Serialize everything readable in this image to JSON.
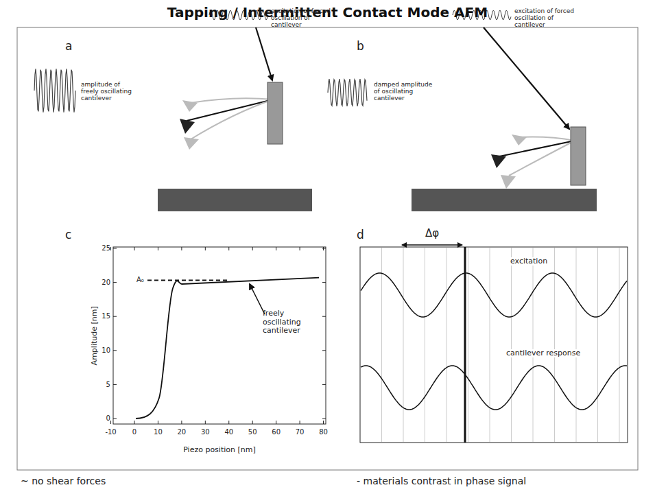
{
  "diagram": {
    "title": "Tapping / Intermittent Contact Mode AFM",
    "labels": [
      "a",
      "excitation of forced oscillation of cantilever",
      "amplitude of freely oscillating cantilever",
      "b",
      "excitation of forced oscillation of cantilever",
      "damped amplitude of oscillating cantilever",
      "c",
      "A₀",
      "25",
      "20",
      "15",
      "10",
      "5",
      "0",
      "-10",
      "0",
      "10",
      "20",
      "30",
      "40",
      "50",
      "60",
      "70",
      "80",
      "Amplitude [nm]",
      "Piezo position [nm]",
      "freely oscillating cantilever",
      "d",
      "Δφ",
      "excitation",
      "cantilever response",
      "~ no shear forces",
      "- materials contrast in phase signal"
    ]
  }
}
